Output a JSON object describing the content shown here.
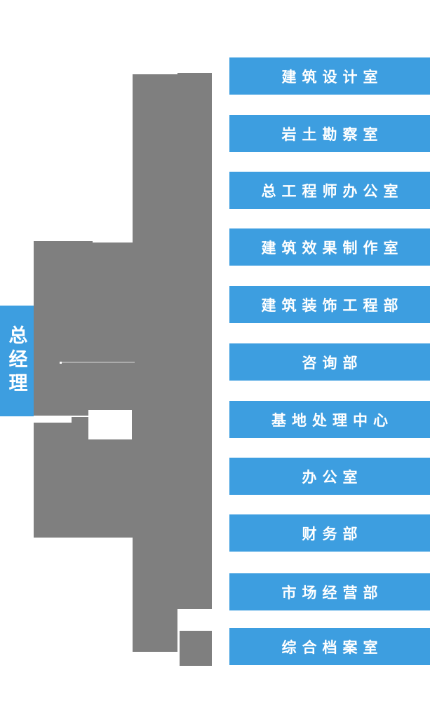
{
  "diagram": {
    "type": "org-chart",
    "root": {
      "label": "总经理"
    },
    "departments": [
      {
        "label": "建筑设计室"
      },
      {
        "label": "岩土勘察室"
      },
      {
        "label": "总工程师办公室"
      },
      {
        "label": "建筑效果制作室"
      },
      {
        "label": "建筑装饰工程部"
      },
      {
        "label": "咨询部"
      },
      {
        "label": "基地处理中心"
      },
      {
        "label": "办公室"
      },
      {
        "label": "财务部"
      },
      {
        "label": "市场经营部"
      },
      {
        "label": "综合档案室"
      }
    ],
    "colors": {
      "node_blue": "#3D9EE0",
      "connector_gray": "#7F7F7F",
      "text_white": "#FFFFFF",
      "background": "#FFFFFF"
    }
  }
}
